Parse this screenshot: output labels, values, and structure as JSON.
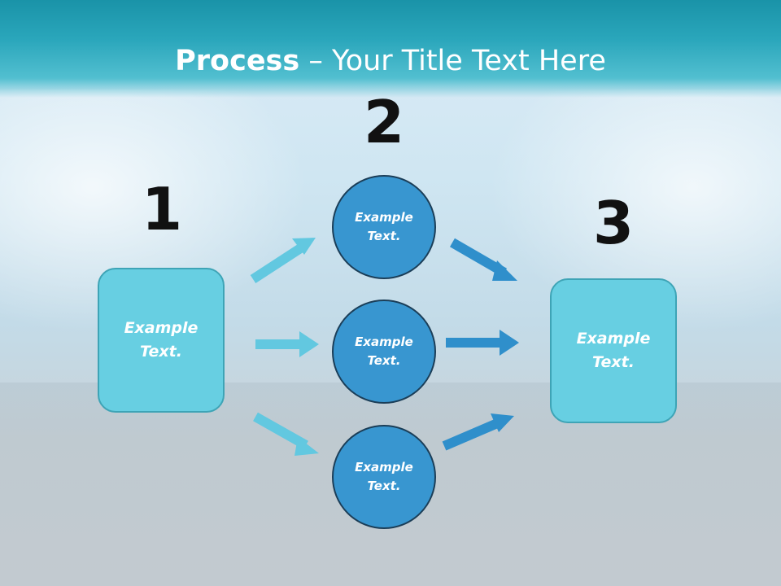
{
  "title": {
    "bold": "Process",
    "rest": " – Your Title Text Here"
  },
  "steps": [
    {
      "number": "1",
      "text_line1": "Example",
      "text_line2": "Text."
    },
    {
      "number": "2",
      "text_line1": "Example",
      "text_line2": "Text."
    },
    {
      "number": "3",
      "text_line1": "Example",
      "text_line2": "Text."
    }
  ],
  "circles": [
    {
      "line1": "Example",
      "line2": "Text."
    },
    {
      "line1": "Example",
      "line2": "Text."
    },
    {
      "line1": "Example",
      "line2": "Text."
    }
  ],
  "colors": {
    "title_bar": "#2aa6bb",
    "box_fill": "#67cfe2",
    "circle_fill": "#3896d0",
    "arrow_light": "#62c8e0",
    "arrow_dark": "#2f8fcb"
  }
}
